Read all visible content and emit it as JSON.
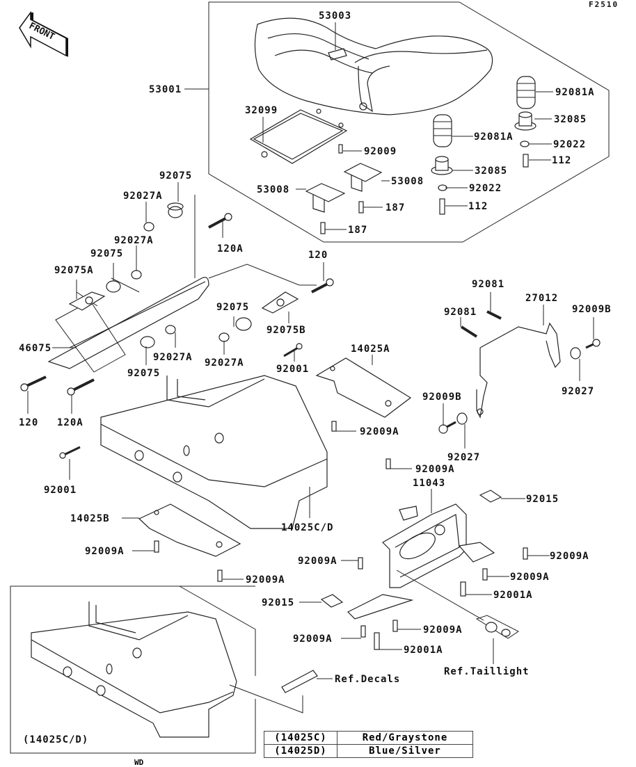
{
  "diagram": {
    "code": "F2510",
    "front_arrow": "FRONT",
    "footer_mark": "WD",
    "labels": {
      "l53003": "53003",
      "l53001": "53001",
      "l32099": "32099",
      "l92009": "92009",
      "l92081A_1": "92081A",
      "l92081A_2": "92081A",
      "l32085_1": "32085",
      "l32085_2": "32085",
      "l92022_1": "92022",
      "l92022_2": "92022",
      "l112_1": "112",
      "l112_2": "112",
      "l53008_1": "53008",
      "l53008_2": "53008",
      "l187_1": "187",
      "l187_2": "187",
      "l92075_1": "92075",
      "l92027A_1": "92027A",
      "l92027A_2": "92027A",
      "l92075_2": "92075",
      "l92075A": "92075A",
      "l120A_1": "120A",
      "l120_1": "120",
      "l92075_3": "92075",
      "l92075B": "92075B",
      "l46075": "46075",
      "l92027A_3": "92027A",
      "l92027A_4": "92027A",
      "l92075_4": "92075",
      "l92001_1": "92001",
      "l120_2": "120",
      "l120A_2": "120A",
      "l14025A": "14025A",
      "l92009A_1": "92009A",
      "l92009A_2": "92009A",
      "l92081_1": "92081",
      "l92081_2": "92081",
      "l27012": "27012",
      "l92009B_1": "92009B",
      "l92027_1": "92027",
      "l92009B_2": "92009B",
      "l92027_2": "92027",
      "l92001_2": "92001",
      "l14025B": "14025B",
      "l14025CD": "14025C/D",
      "l92009A_3": "92009A",
      "l92009A_4": "92009A",
      "l11043": "11043",
      "l92015_1": "92015",
      "l92009A_5": "92009A",
      "l92009A_6": "92009A",
      "l92009A_7": "92009A",
      "l92001A_1": "92001A",
      "l92015_2": "92015",
      "l92009A_8": "92009A",
      "l92009A_9": "92009A",
      "l92001A_2": "92001A",
      "ref_taillight": "Ref.Taillight",
      "ref_decals": "Ref.Decals",
      "inset_label": "(14025C/D)"
    },
    "color_table": [
      {
        "part": "(14025C)",
        "color": "Red/Graystone"
      },
      {
        "part": "(14025D)",
        "color": "Blue/Silver"
      }
    ]
  }
}
